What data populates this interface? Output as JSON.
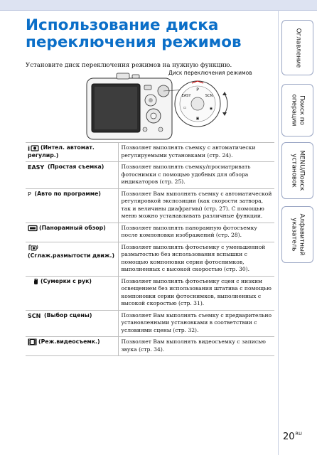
{
  "header": {
    "title": "Использование диска переключения режимов"
  },
  "intro": "Установите диск переключения режимов на нужную функцию.",
  "figure": {
    "dial_label": "Диск переключения режимов"
  },
  "modes": [
    {
      "icon": "intelligent-auto-icon",
      "name": "(Интел. автомат. регулир.)",
      "desc": "Позволяет выполнять съемку с автоматически регулируемыми установками (стр. 24)."
    },
    {
      "icon": "easy-mode-icon",
      "icon_text": "EASY",
      "name": "(Простая съемка)",
      "desc": "Позволяет выполнять съемку/просматривать фотоснимки с помощью удобных для обзора индикаторов (стр. 25)."
    },
    {
      "icon": "program-auto-icon",
      "icon_text": "P",
      "name": "(Авто по программе)",
      "desc": "Позволяет Вам выполнять съемку с автоматической регулировкой экспозиции (как скорости затвора, так и величины диафрагмы) (стр. 27). С помощью меню можно устанавливать различные функции."
    },
    {
      "icon": "panorama-icon",
      "name": "(Панорамный обзор)",
      "desc": "Позволяет выполнять панорамную фотосъемку после компоновки изображений (стр. 28)."
    },
    {
      "icon": "anti-blur-icon",
      "name": "(Сглаж.размытости движ.)",
      "desc": "Позволяет выполнять фотосъемку с уменьшенной размытостью без использования вспышки с помощью компоновки серии фотоснимков, выполненных с высокой скоростью (стр. 30)."
    },
    {
      "icon": "handheld-twilight-icon",
      "name": "(Сумерки с рук)",
      "desc": "Позволяет выполнять фотосъемку сцен с низким освещением без использования штатива с помощью компоновки серии фотоснимков, выполненных с высокой скоростью (стр. 31)."
    },
    {
      "icon": "scene-selection-icon",
      "icon_text": "SCN",
      "name": "(Выбор сцены)",
      "desc": "Позволяет Вам выполнять съемку с предварительно установленными установками в соответствии с условиями сцены (стр. 32)."
    },
    {
      "icon": "movie-mode-icon",
      "name": "(Реж.видеосъемк.)",
      "desc": "Позволяет Вам выполнять видеосъемку с записью звука (стр. 34)."
    }
  ],
  "sidebar": {
    "tabs": [
      {
        "label": "Оглавление"
      },
      {
        "label": "Поиск по\nоперации"
      },
      {
        "label": "MENU/Поиск\nустановок"
      },
      {
        "label": "Алфавитный\nуказатель"
      }
    ]
  },
  "footer": {
    "page_number": "20",
    "page_suffix": "RU"
  },
  "colors": {
    "title": "#0b6fc8",
    "top_band": "#dde3f2"
  }
}
